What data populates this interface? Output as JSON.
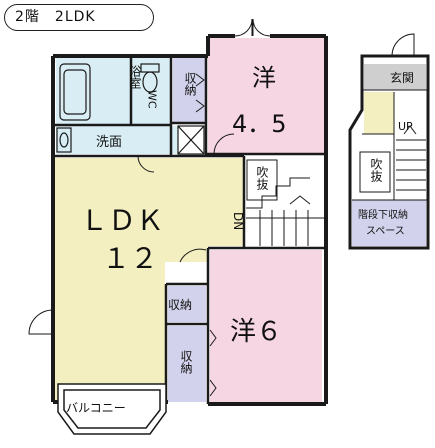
{
  "header": {
    "floor_and_layout": "2階　2LDK"
  },
  "rooms": {
    "bath": "浴室",
    "wc": "WC",
    "storage_top": "収納",
    "western_small_name": "洋",
    "western_small_size": "4．5",
    "washroom": "洗面",
    "void_main": "吹抜",
    "ldk_name": "ＬＤＫ",
    "ldk_size": "１２",
    "dn": "DN",
    "storage_mid": "収納",
    "storage_low": "収納",
    "western_large": "洋６",
    "balcony": "バルコニー"
  },
  "annex": {
    "entrance": "玄関",
    "up": "UP",
    "void": "吹抜",
    "under_stair_storage_line1": "階段下収納",
    "under_stair_storage_line2": "スペース"
  },
  "colors": {
    "ldk_fill": "#f3efc0",
    "western_fill": "#f7d6e4",
    "storage_fill": "#d2d2ec",
    "wet_fill": "#d9eef4",
    "entrance_fill": "#cfcfcf",
    "wall": "#1a1a1a"
  }
}
